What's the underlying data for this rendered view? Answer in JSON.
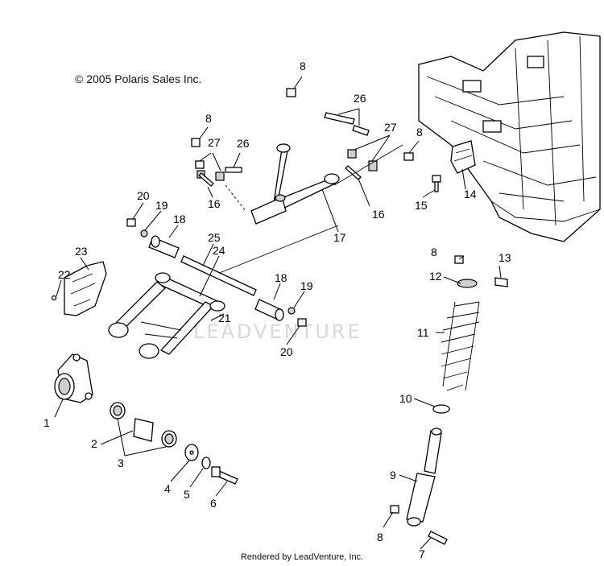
{
  "copyright": "© 2005 Polaris Sales Inc.",
  "footer": "Rendered by LeadVenture, Inc.",
  "watermark": "LEADVENTURE",
  "callouts": {
    "c1": "1",
    "c2": "2",
    "c3": "3",
    "c4": "4",
    "c5": "5",
    "c6": "6",
    "c7": "7",
    "c8a": "8",
    "c8b": "8",
    "c8c": "8",
    "c8d": "8",
    "c8e": "8",
    "c9": "9",
    "c10": "10",
    "c11": "11",
    "c12": "12",
    "c13": "13",
    "c14": "14",
    "c15": "15",
    "c16a": "16",
    "c16b": "16",
    "c17": "17",
    "c18a": "18",
    "c18b": "18",
    "c19a": "19",
    "c19b": "19",
    "c20a": "20",
    "c20b": "20",
    "c21": "21",
    "c22": "22",
    "c23": "23",
    "c24": "24",
    "c25": "25",
    "c26a": "26",
    "c26b": "26",
    "c27a": "27",
    "c27b": "27"
  }
}
